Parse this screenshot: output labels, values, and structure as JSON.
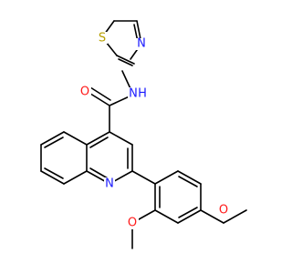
{
  "atoms": [
    {
      "id": "s1",
      "symbol": "S",
      "color": "#b8a000"
    },
    {
      "id": "n1",
      "symbol": "N",
      "color": "#1a1aff"
    },
    {
      "id": "o1",
      "symbol": "O",
      "color": "#ff1a1a"
    },
    {
      "id": "n2",
      "symbol": "N",
      "color": "#1a1aff"
    },
    {
      "id": "h_n2",
      "symbol": "H",
      "color": "#1a1aff"
    },
    {
      "id": "n3",
      "symbol": "N",
      "color": "#1a1aff"
    },
    {
      "id": "o2",
      "symbol": "O",
      "color": "#ff1a1a"
    },
    {
      "id": "o3",
      "symbol": "O",
      "color": "#ff1a1a"
    }
  ]
}
